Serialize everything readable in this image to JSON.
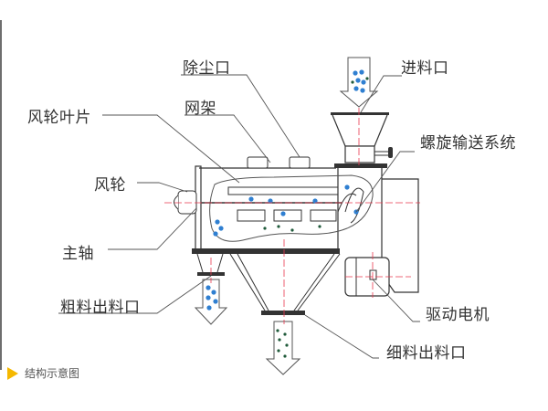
{
  "diagram": {
    "caption": "结构示意图",
    "labels": {
      "dust_outlet": "除尘口",
      "inlet": "进料口",
      "screen_frame": "网架",
      "fan_blade": "风轮叶片",
      "screw_conveyor": "螺旋输送系统",
      "fan_wheel": "风轮",
      "main_shaft": "主轴",
      "coarse_outlet": "粗料出料口",
      "drive_motor": "驱动电机",
      "fine_outlet": "细料出料口"
    },
    "colors": {
      "line": "#333333",
      "centerline": "#e8384f",
      "particle_blue": "#2f7fd1",
      "particle_green": "#1f5a3a",
      "accent": "#f5b800",
      "frame": "#6e6e6e"
    }
  }
}
